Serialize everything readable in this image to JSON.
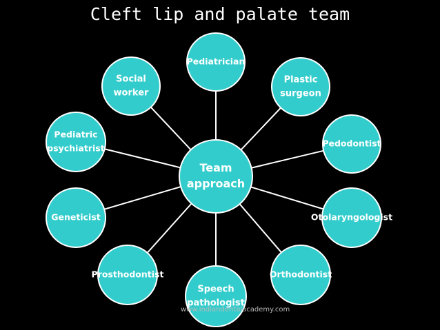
{
  "title": "Cleft lip and palate team",
  "center": {
    "id": "center",
    "lines": [
      "Team",
      "approach"
    ],
    "text_color": "#ffffff"
  },
  "nodes": [
    {
      "id": "pediatrician",
      "lines": [
        "Pediatrician"
      ],
      "text_color": "#ffffff"
    },
    {
      "id": "plastic-surgeon",
      "lines": [
        "Plastic",
        "surgeon"
      ],
      "text_color": "#ffffff"
    },
    {
      "id": "pedodontist",
      "lines": [
        "Pedodontist"
      ],
      "text_color": "#ffffff"
    },
    {
      "id": "otolaryngologist",
      "lines": [
        "Otolaryngologist"
      ],
      "text_color": "#ffffff"
    },
    {
      "id": "orthodontist",
      "lines": [
        "Orthodontist"
      ],
      "text_color": "#ffffff"
    },
    {
      "id": "speech-pathologist",
      "lines": [
        "Speech",
        "pathologist"
      ],
      "text_color": "#ffffff"
    },
    {
      "id": "prosthodontist",
      "lines": [
        "Prosthodontist"
      ],
      "text_color": "#ffffff"
    },
    {
      "id": "geneticist",
      "lines": [
        "Geneticist"
      ],
      "text_color": "#ffffff"
    },
    {
      "id": "pediatric-psychiatrist",
      "lines": [
        "Pediatric",
        "psychiatrist"
      ],
      "text_color": "#ffffff"
    },
    {
      "id": "social-worker",
      "lines": [
        "Social",
        "worker"
      ],
      "text_color": "#ffffff"
    }
  ],
  "watermark": "www.indiandentalacademy.com",
  "colors": {
    "background": "#000000",
    "node_fill": "#33cccc",
    "outline": "#ffffff",
    "spoke": "#ffffff"
  }
}
